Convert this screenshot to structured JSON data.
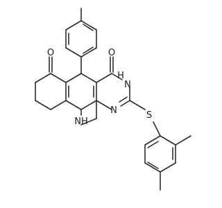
{
  "diagram": {
    "atom_labels": {
      "ketone_oxygen": "O",
      "pyrimidinone_oxygen": "O",
      "nh_amide": "H",
      "n_amide": "N",
      "nh_amine": "NH",
      "n_ring": "N",
      "sulfur": "S"
    }
  }
}
